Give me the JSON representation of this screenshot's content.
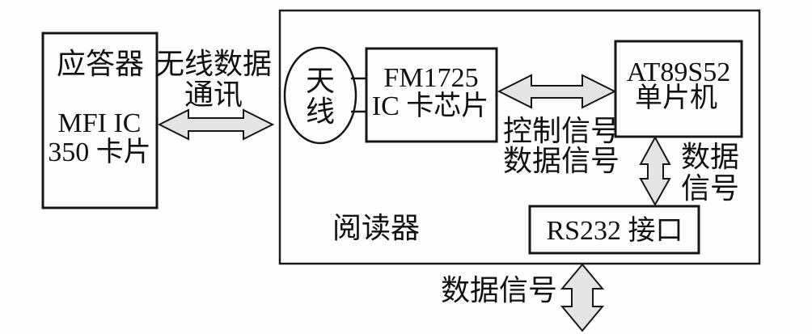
{
  "colors": {
    "arrow_fill": "#e4e4e4",
    "line": "#161616",
    "background": "#fdfdfd"
  },
  "transponder": {
    "title": "应答器",
    "model_line1": "MFI IC",
    "model_line2": "350 卡片"
  },
  "wireless_link": {
    "label_line1": "无线数据",
    "label_line2": "通讯"
  },
  "reader": {
    "label": "阅读器",
    "antenna": {
      "label_line1": "天",
      "label_line2": "线"
    },
    "ic_chip": {
      "label_line1": "FM1725",
      "label_line2": "IC 卡芯片"
    },
    "chip_mcu_link": {
      "label_line1": "控制信号",
      "label_line2": "数据信号"
    },
    "mcu": {
      "label_line1": "AT89S52",
      "label_line2": "单片机"
    },
    "mcu_rs232_link": {
      "label_line1": "数据",
      "label_line2": "信号"
    },
    "rs232": {
      "label": "RS232 接口"
    }
  },
  "external_link": {
    "label": "数据信号"
  }
}
